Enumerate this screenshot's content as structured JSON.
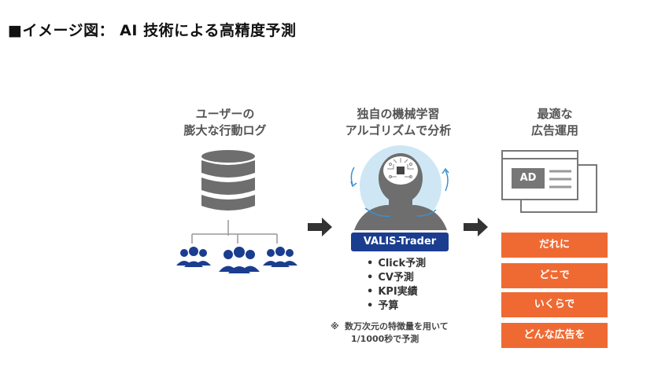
{
  "title": "■イメージ図： AI 技術による高精度予測",
  "columns": {
    "left": {
      "heading_line1": "ユーザーの",
      "heading_line2": "膨大な行動ログ"
    },
    "middle": {
      "heading_line1": "独自の機械学習",
      "heading_line2": "アルゴリズムで分析"
    },
    "right": {
      "heading_line1": "最適な",
      "heading_line2": "広告運用"
    }
  },
  "ai": {
    "badge": "VALIS-Trader",
    "features": [
      "Click予測",
      "CV予測",
      "KPI実績",
      "予算"
    ],
    "note_mark": "※",
    "note_line1": "数万次元の特徴量を用いて",
    "note_line2": "1/1000秒で予測"
  },
  "ad": {
    "label": "AD",
    "targets": [
      "だれに",
      "どこで",
      "いくらで",
      "どんな広告を"
    ]
  },
  "colors": {
    "navy": "#1b3d8f",
    "gray": "#6e6e6e",
    "orange": "#ef6a33",
    "arrow": "#333333"
  },
  "icons": [
    "database-icon",
    "users-icon",
    "ai-head-icon",
    "arrow-right-icon",
    "ad-window-icon"
  ]
}
